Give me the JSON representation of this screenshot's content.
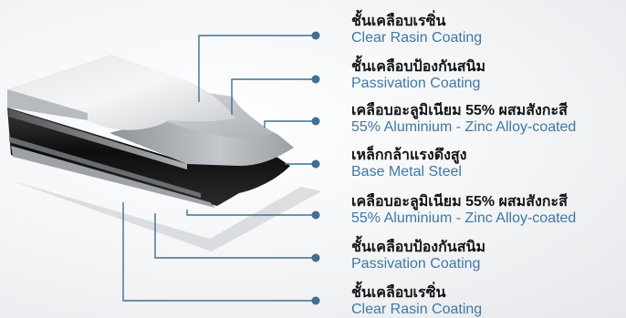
{
  "layers": [
    {
      "th": "ชั้นเคลือบเรซิ่น",
      "en": "Clear Rasin Coating"
    },
    {
      "th": "ชั้นเคลือบป้องกันสนิม",
      "en": "Passivation Coating"
    },
    {
      "th": "เคลือบอะลูมิเนียม 55% ผสมสังกะสี",
      "en": "55% Aluminium - Zinc Alloy-coated"
    },
    {
      "th": "เหล็กกล้าแรงดึงสูง",
      "en": "Base Metal Steel"
    },
    {
      "th": "เคลือบอะลูมิเนียม 55% ผสมสังกะสี",
      "en": "55% Aluminium - Zinc Alloy-coated"
    },
    {
      "th": "ชั้นเคลือบป้องกันสนิม",
      "en": "Passivation Coating"
    },
    {
      "th": "ชั้นเคลือบเรซิ่น",
      "en": "Clear Rasin Coating"
    }
  ],
  "colors": {
    "leader_line": "#3f6f93",
    "label_blue": "#3d78a9",
    "label_dark": "#141414",
    "steel_core": "#151515"
  }
}
